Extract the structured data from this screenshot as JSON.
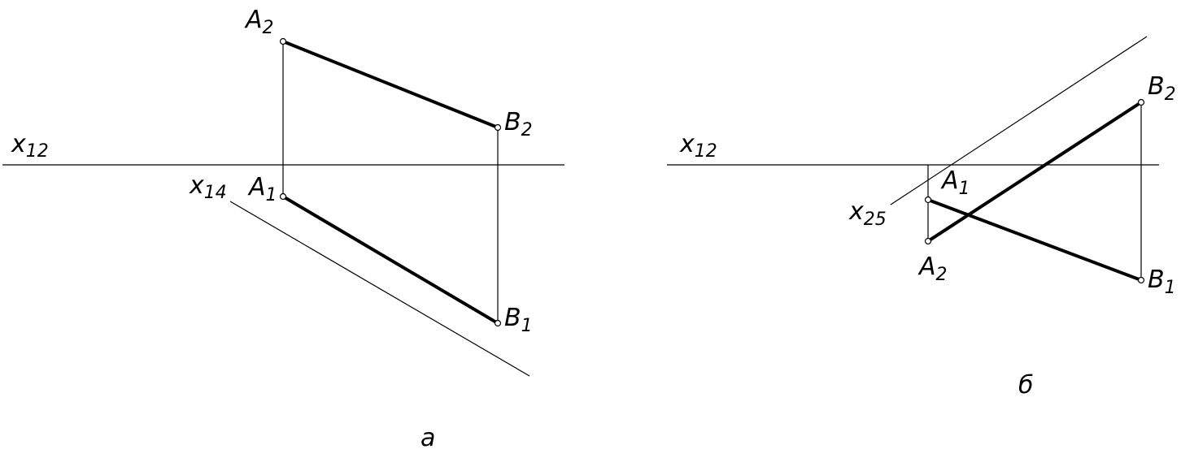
{
  "figure_a": {
    "axis12": {
      "letter": "x",
      "sub": "12"
    },
    "axis14": {
      "letter": "x",
      "sub": "14"
    },
    "A2": {
      "letter": "A",
      "sub": "2"
    },
    "B2": {
      "letter": "B",
      "sub": "2"
    },
    "A1": {
      "letter": "A",
      "sub": "1"
    },
    "B1": {
      "letter": "B",
      "sub": "1"
    },
    "caption": "а"
  },
  "figure_b": {
    "axis12": {
      "letter": "x",
      "sub": "12"
    },
    "axis25": {
      "letter": "x",
      "sub": "25"
    },
    "A1": {
      "letter": "A",
      "sub": "1"
    },
    "A2": {
      "letter": "A",
      "sub": "2"
    },
    "B2": {
      "letter": "B",
      "sub": "2"
    },
    "B1": {
      "letter": "B",
      "sub": "1"
    },
    "caption": "б"
  },
  "colors": {
    "line": "#000000",
    "background": "#ffffff"
  }
}
